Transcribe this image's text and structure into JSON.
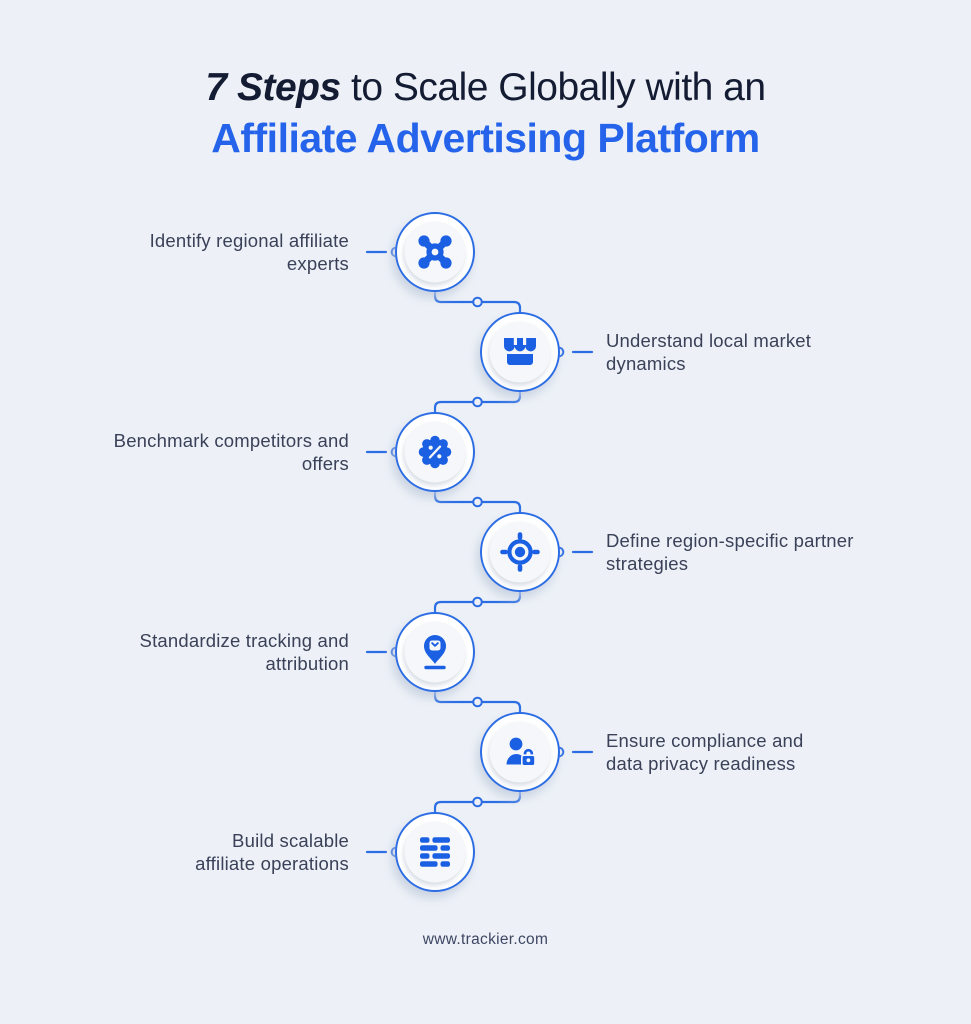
{
  "title": {
    "line1_bold": "7 Steps",
    "line1_rest": "to Scale Globally with an",
    "line2": "Affiliate Advertising Platform"
  },
  "steps": [
    {
      "icon": "affiliate-network-icon",
      "side": "left",
      "lines": [
        "Identify regional affiliate",
        "experts"
      ]
    },
    {
      "icon": "storefront-icon",
      "side": "right",
      "lines": [
        "Understand local market",
        "dynamics"
      ]
    },
    {
      "icon": "discount-badge-icon",
      "side": "left",
      "lines": [
        "Benchmark competitors and",
        "offers"
      ]
    },
    {
      "icon": "target-icon",
      "side": "right",
      "lines": [
        "Define region-specific partner",
        "strategies"
      ]
    },
    {
      "icon": "location-pin-icon",
      "side": "left",
      "lines": [
        "Standardize tracking and",
        "attribution"
      ]
    },
    {
      "icon": "user-lock-icon",
      "side": "right",
      "lines": [
        "Ensure compliance and",
        "data privacy readiness"
      ]
    },
    {
      "icon": "bricks-icon",
      "side": "left",
      "lines": [
        "Build scalable",
        "affiliate operations"
      ]
    }
  ],
  "footer": {
    "website": "www.trackier.com"
  },
  "colors": {
    "background": "#edf1f7",
    "accent_line_blue": "#2c6de4",
    "icon_blue": "#1b60e2",
    "title_navy": "#141c33",
    "title_blue": "#2563eb",
    "label_text": "#3a4158"
  }
}
